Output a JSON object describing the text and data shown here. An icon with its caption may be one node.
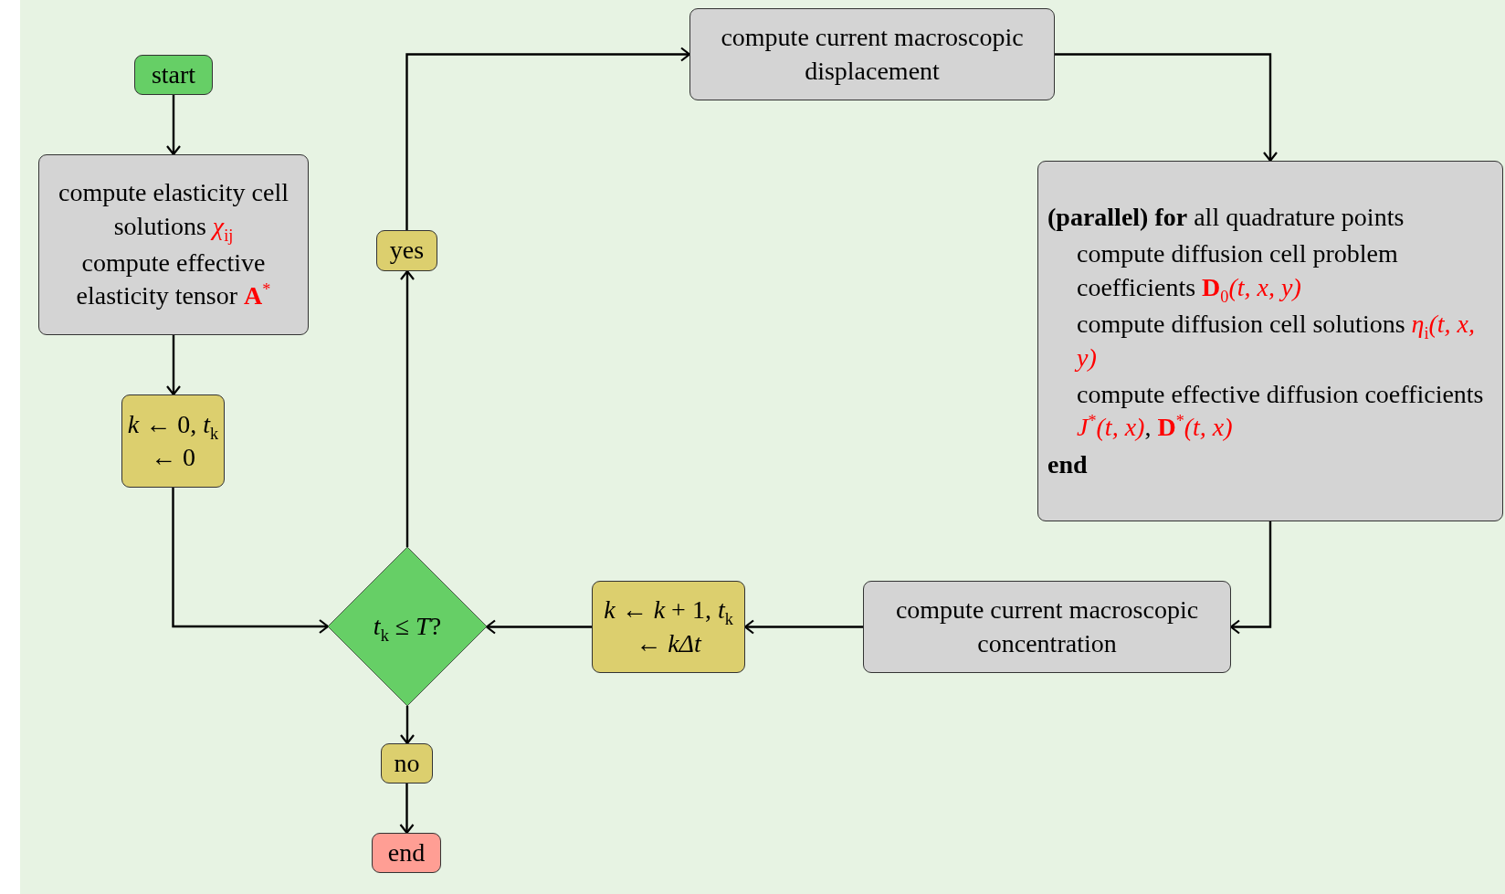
{
  "diagram": {
    "nodes": [
      {
        "text": [
          "start"
        ]
      },
      {
        "text": [
          "compute elasticity cell solutions *χ*$_{ij}$",
          "compute effective elasticity tensor **A**$^{*}$"
        ]
      },
      {
        "text": [
          "*k* ← 0, *t*$_{k}$ ← 0"
        ]
      },
      {
        "text": [
          "yes"
        ]
      },
      {
        "text": [
          "compute current macroscopic displacement"
        ]
      },
      {
        "text": [
          "**(parallel) for** all quadrature points",
          "compute diffusion cell problem coefficients **D**$_{0}$*(t, x, y)*",
          "compute diffusion cell solutions *η*$_{i}$*(t, x, y)*",
          "compute effective diffusion coefficients *J*$^{*}$*(t, x)*, **D**$^{*}$*(t, x)*",
          "end"
        ]
      },
      {
        "text": [
          "compute current macroscopic concentration"
        ]
      },
      {
        "text": [
          "*k* ← *k* + 1, *t*$_{k}$ ← *kΔt*"
        ]
      },
      {
        "text": [
          "*t*$_{k}$ ≤ *T*?"
        ]
      },
      {
        "text": [
          "no"
        ]
      },
      {
        "text": [
          "end"
        ]
      }
    ],
    "edges": [
      {
        "from": 0,
        "to": 1,
        "arrow": "to"
      },
      {
        "from": 1,
        "to": 2,
        "arrow": "to"
      },
      {
        "from": 2,
        "to": 8,
        "arrow": "to"
      },
      {
        "from": 8,
        "to": 3,
        "arrow": "to"
      },
      {
        "from": 3,
        "to": 4,
        "arrow": "to"
      },
      {
        "from": 4,
        "to": 5,
        "arrow": "to"
      },
      {
        "from": 5,
        "to": 6,
        "arrow": "to"
      },
      {
        "from": 6,
        "to": 7,
        "arrow": "to"
      },
      {
        "from": 7,
        "to": 8,
        "arrow": "to"
      },
      {
        "from": 8,
        "to": 9,
        "arrow": "to"
      },
      {
        "from": 9,
        "to": 10,
        "arrow": "to"
      }
    ]
  }
}
